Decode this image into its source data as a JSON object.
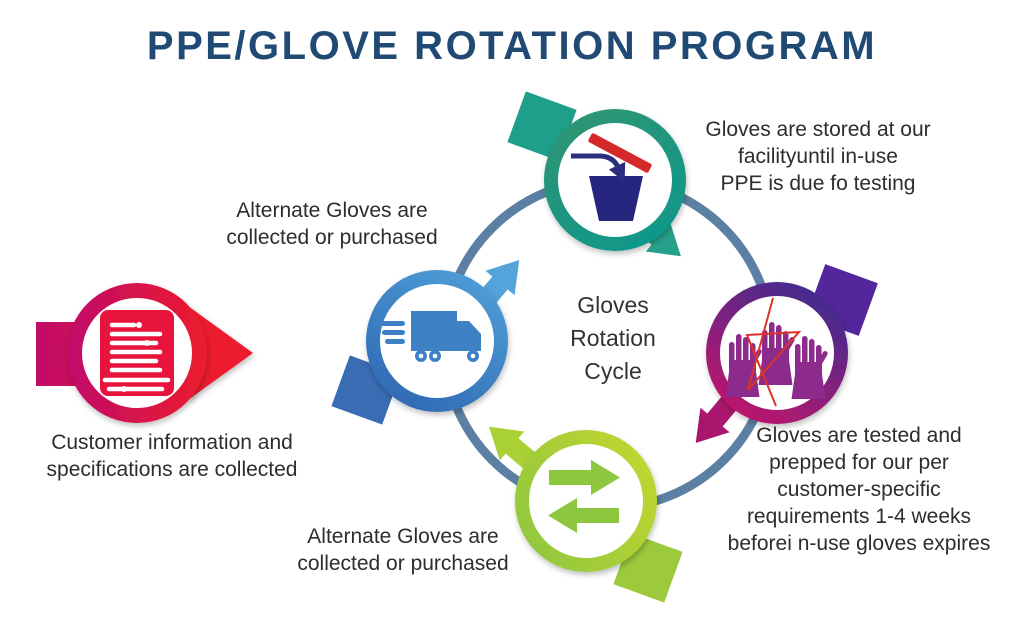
{
  "title": "PPE/GLOVE ROTATION PROGRAM",
  "center_label": "Gloves\nRotation\nCycle",
  "labels": {
    "customer": "Customer information and\nspecifications are collected",
    "alternate_top": "Alternate Gloves are\ncollected or purchased",
    "storage": "Gloves are stored at our\nfacilityuntil in-use\nPPE is due fo testing",
    "testing": "Gloves are tested and\nprepped for our per\ncustomer-specific\nrequirements 1-4 weeks\nbeforei n-use gloves expires",
    "alternate_bottom": "Alternate Gloves are\ncollected or purchased"
  },
  "icons": {
    "customer": "document-list-icon",
    "delivery": "delivery-truck-icon",
    "storage": "trash-bin-icon",
    "testing": "protective-gloves-icon",
    "swap": "swap-arrows-icon"
  },
  "colors": {
    "title_navy": "#204a73",
    "cycle_ring_blue": "#5b80a3",
    "teal_green": "#2f9673",
    "teal": "#0d978c",
    "indigo_purple": "#3a2d90",
    "magenta": "#c5156a",
    "lime_light": "#c2d631",
    "lime": "#8fc73e",
    "blue_light": "#55a3db",
    "blue": "#3366b0",
    "pink": "#c00b6a",
    "red": "#ec1c2d",
    "icon_navy": "#26267e",
    "icon_red": "#d5282b",
    "doc_red": "#e8143c",
    "glove_purple": "#8c2b8c",
    "truck_blue": "#3e81c5",
    "swap_green": "#8dc63f",
    "text_dark": "#2d2d2d"
  }
}
